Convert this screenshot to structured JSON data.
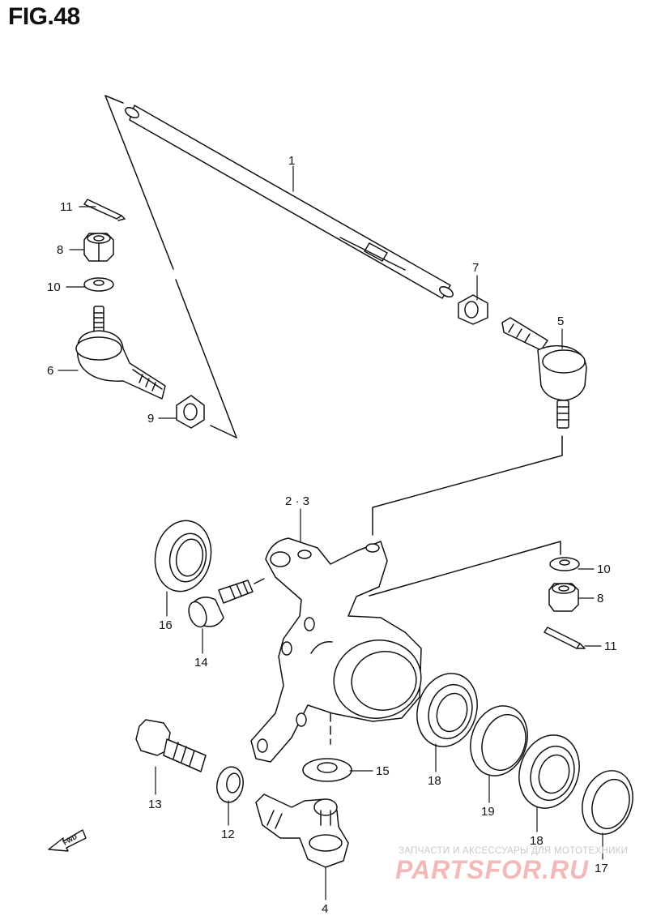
{
  "figure": {
    "title": "FIG.48"
  },
  "callouts": [
    {
      "id": "c1",
      "text": "1"
    },
    {
      "id": "c11a",
      "text": "11"
    },
    {
      "id": "c8a",
      "text": "8"
    },
    {
      "id": "c10a",
      "text": "10"
    },
    {
      "id": "c6",
      "text": "6"
    },
    {
      "id": "c9",
      "text": "9"
    },
    {
      "id": "c7",
      "text": "7"
    },
    {
      "id": "c5",
      "text": "5"
    },
    {
      "id": "c23",
      "text": "2 · 3"
    },
    {
      "id": "c16",
      "text": "16"
    },
    {
      "id": "c14",
      "text": "14"
    },
    {
      "id": "c10b",
      "text": "10"
    },
    {
      "id": "c8b",
      "text": "8"
    },
    {
      "id": "c11b",
      "text": "11"
    },
    {
      "id": "c15",
      "text": "15"
    },
    {
      "id": "c13",
      "text": "13"
    },
    {
      "id": "c12",
      "text": "12"
    },
    {
      "id": "c18a",
      "text": "18"
    },
    {
      "id": "c19",
      "text": "19"
    },
    {
      "id": "c18b",
      "text": "18"
    },
    {
      "id": "c17",
      "text": "17"
    },
    {
      "id": "c4",
      "text": "4"
    }
  ],
  "direction_marker": {
    "text": "FWD",
    "icon": "forward-arrow-icon"
  },
  "watermark": {
    "subtitle": "ЗАПЧАСТИ И АКСЕССУАРЫ ДЛЯ МОТОТЕХНИКИ",
    "logo": "PARTSFOR.RU"
  }
}
